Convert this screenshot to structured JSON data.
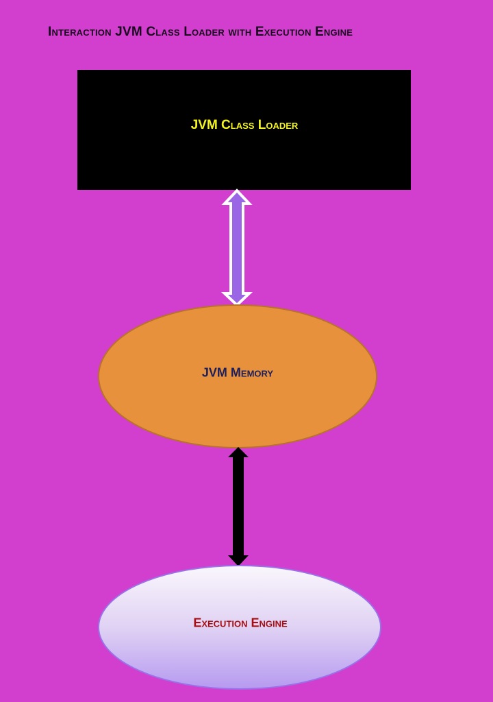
{
  "title": "Interaction JVM Class Loader with Execution Engine",
  "nodes": {
    "class_loader": "JVM Class Loader",
    "memory": "JVM Memory",
    "execution_engine": "Execution Engine"
  },
  "colors": {
    "background": "#d23fce",
    "class_loader_fill": "#000000",
    "class_loader_text": "#f5f51e",
    "memory_fill": "#e8913c",
    "memory_text": "#1c1f5c",
    "engine_text": "#a50f14",
    "hollow_arrow": "#9b66e6"
  }
}
